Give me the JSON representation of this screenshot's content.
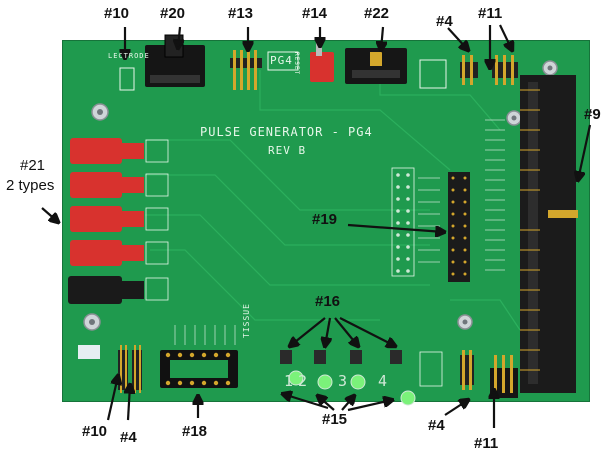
{
  "callouts": {
    "c10_top": "#10",
    "c20": "#20",
    "c13": "#13",
    "c14": "#14",
    "c22": "#22",
    "c4_top": "#4",
    "c11_top": "#11",
    "c9": "#9",
    "c21": "#21",
    "c21_sub": "2 types",
    "c19": "#19",
    "c16": "#16",
    "c10_bottom": "#10",
    "c4_bottom_left": "#4",
    "c18": "#18",
    "c15": "#15",
    "c4_bottom_right": "#4",
    "c11_bottom": "#11"
  },
  "silkscreen": {
    "title": "PULSE GENERATOR - PG4",
    "rev": "REV B",
    "pg4_label": "PG4",
    "tissue": "TISSUE",
    "electrode": "LECTRODE",
    "reset": "RESET",
    "num1": "1",
    "num2": "2",
    "num3": "3",
    "num4": "4"
  },
  "colors": {
    "board": "#1f9a4e",
    "red_connector": "#d8322e",
    "black_connector": "#1a1a1a",
    "header_black": "#222222",
    "gold": "#d4a72c",
    "arrow": "#111111"
  }
}
